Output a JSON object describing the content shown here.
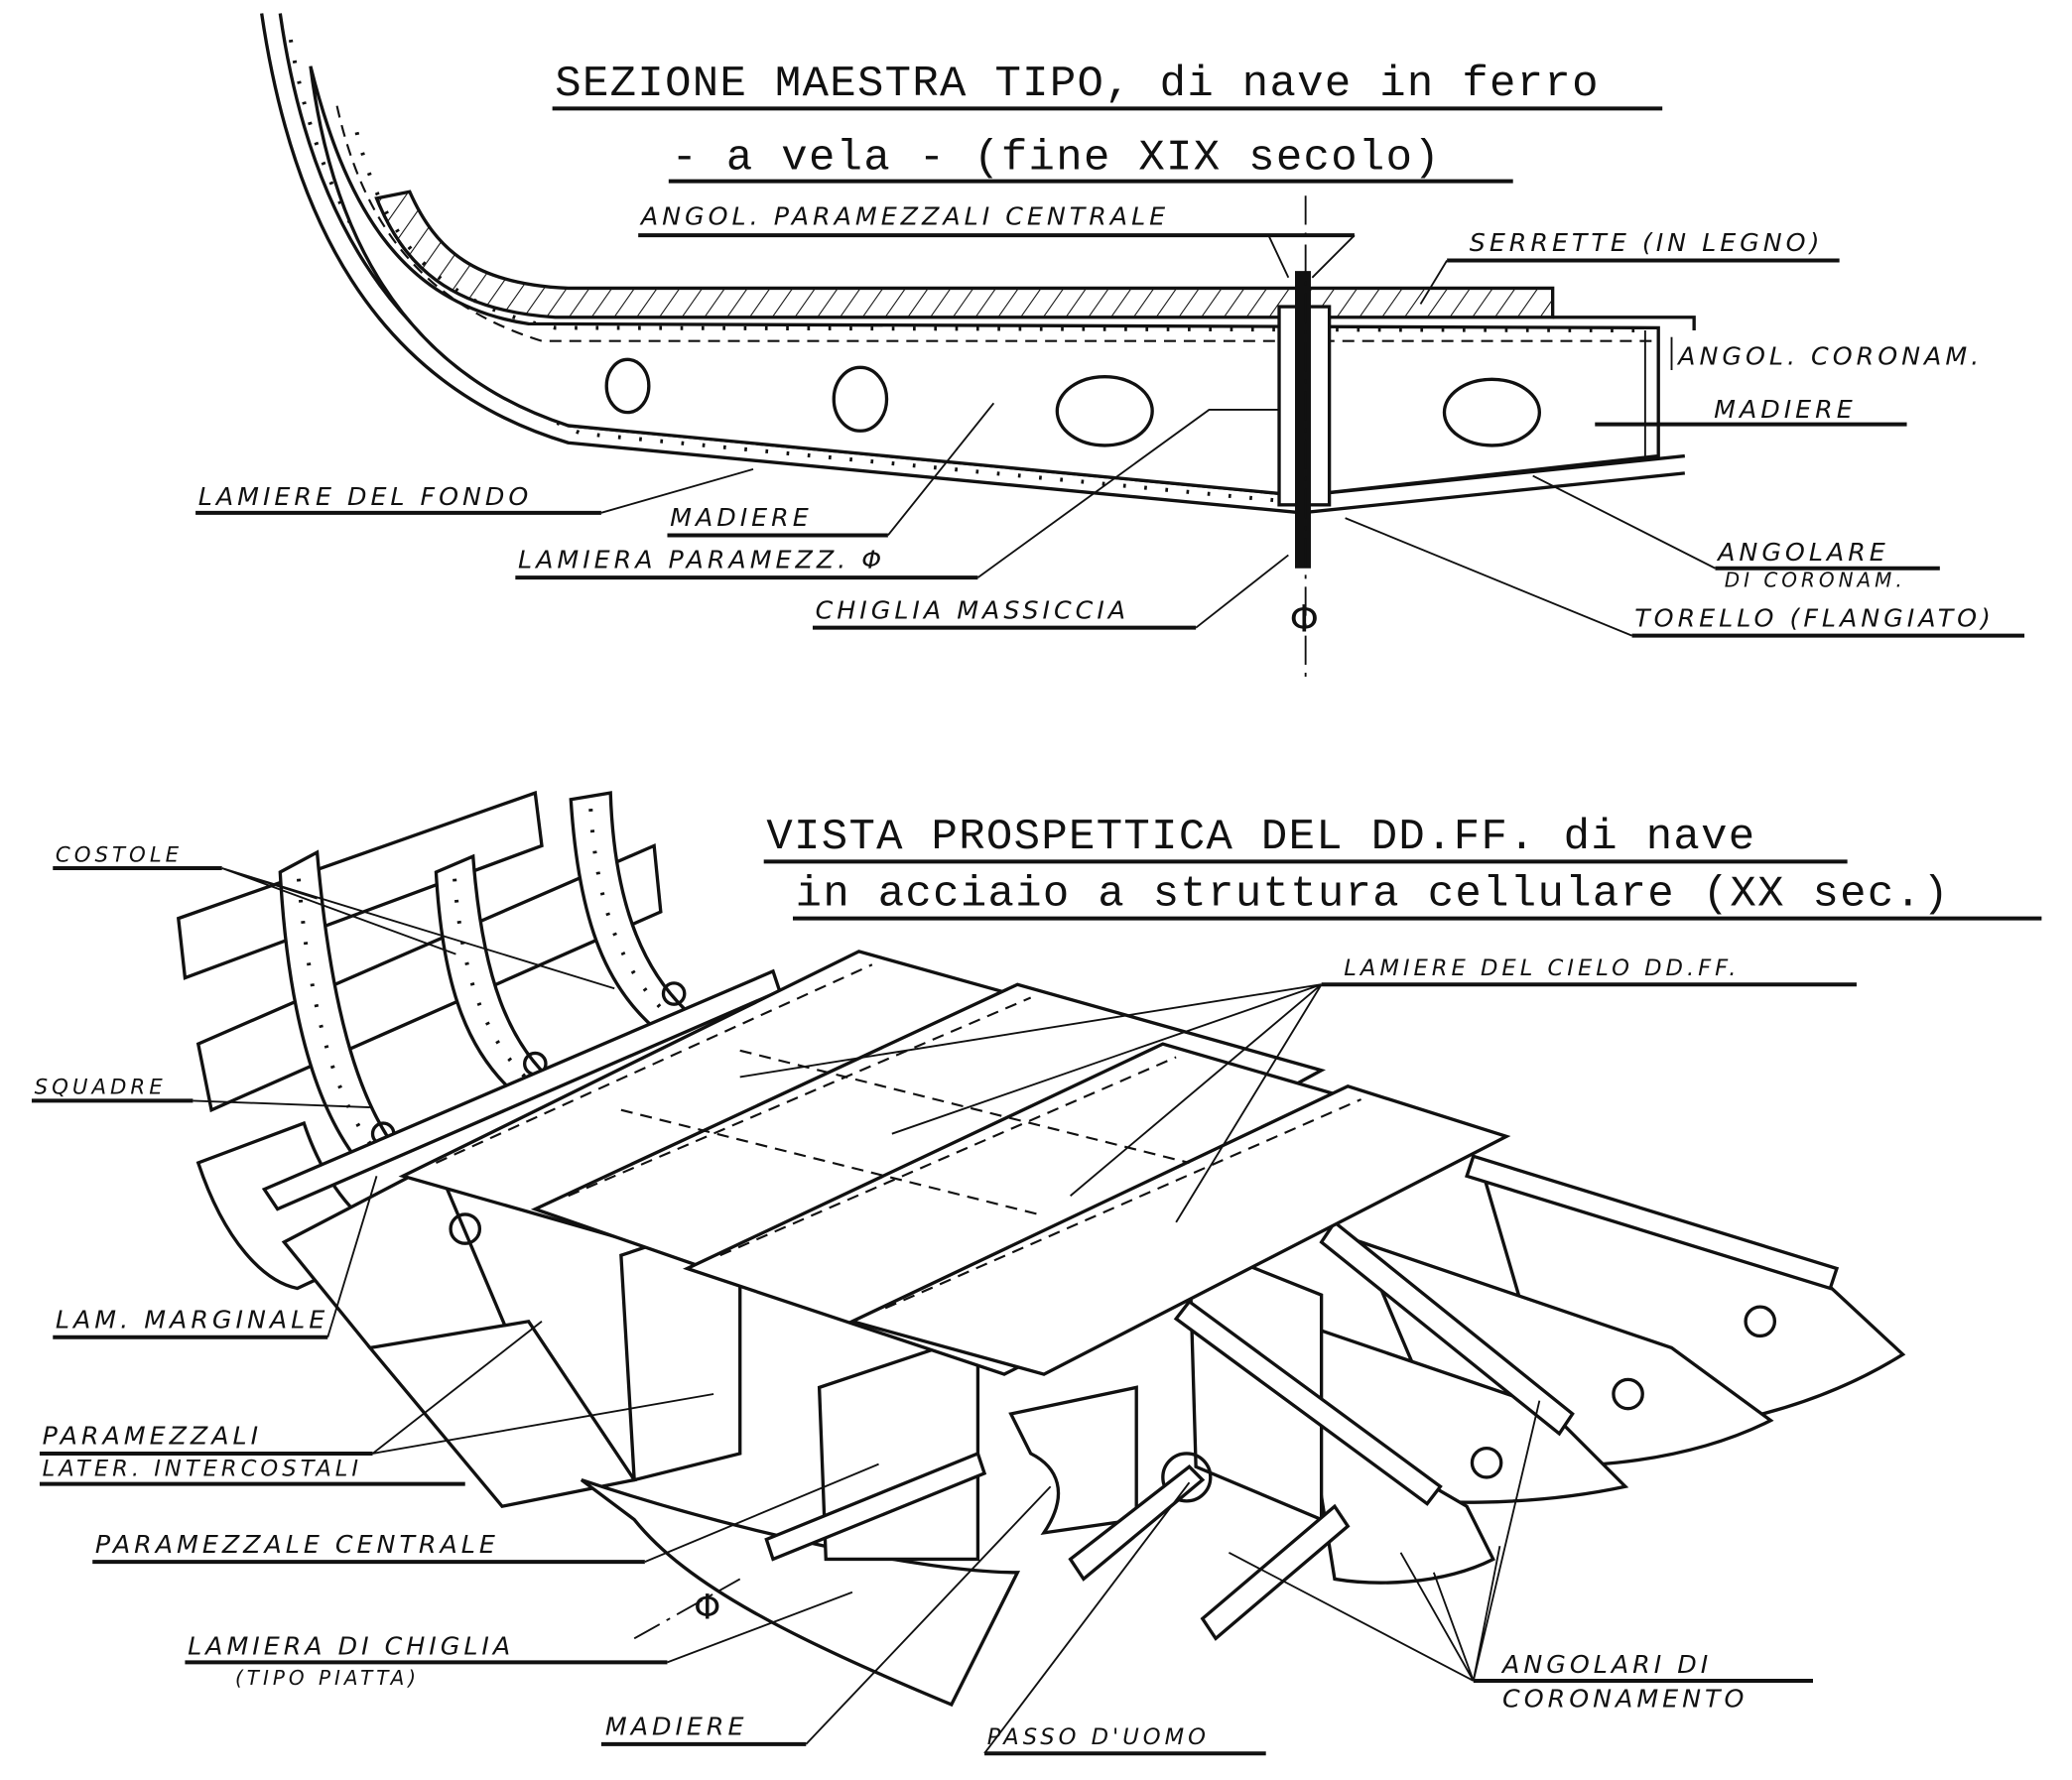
{
  "section_drawing": {
    "title_line1": "SEZIONE MAESTRA TIPO, di nave in ferro",
    "title_line2": "- a vela - (fine XIX secolo)",
    "labels": {
      "angol_paramezzali_centrale": "ANGOL. PARAMEZZALI CENTRALE",
      "serrette": "SERRETTE (IN LEGNO)",
      "angol_coronam": "ANGOL. CORONAM.",
      "madiere_right": "MADIERE",
      "lamiere_del_fondo": "LAMIERE DEL FONDO",
      "madiere_left": "MADIERE",
      "lamiera_paramezz": "LAMIERA PARAMEZZ. Φ",
      "angolare_line1": "ANGOLARE",
      "angolare_line2": "DI CORONAM.",
      "chiglia_massiccia": "CHIGLIA MASSICCIA",
      "torello": "TORELLO (FLANGIATO)",
      "centerline_symbol": "Φ"
    }
  },
  "perspective_drawing": {
    "title_line1": "VISTA PROSPETTICA DEL DD.FF. di nave",
    "title_line2": "in acciaio a struttura cellulare (XX sec.)",
    "labels": {
      "costole": "COSTOLE",
      "lamiere_del_cielo": "LAMIERE DEL CIELO DD.FF.",
      "squadre": "SQUADRE",
      "lam_marginale": "LAM. MARGINALE",
      "paramezzali_line1": "PARAMEZZALI",
      "paramezzali_line2": "LATER. INTERCOSTALI",
      "paramezzale_centrale": "PARAMEZZALE CENTRALE",
      "lamiera_di_chiglia_line1": "LAMIERA DI CHIGLIA",
      "lamiera_di_chiglia_line2": "(TIPO PIATTA)",
      "madiere": "MADIERE",
      "passo_duomo": "PASSO D'UOMO",
      "angolari_line1": "ANGOLARI DI",
      "angolari_line2": "CORONAMENTO",
      "centerline_symbol": "Φ"
    }
  }
}
